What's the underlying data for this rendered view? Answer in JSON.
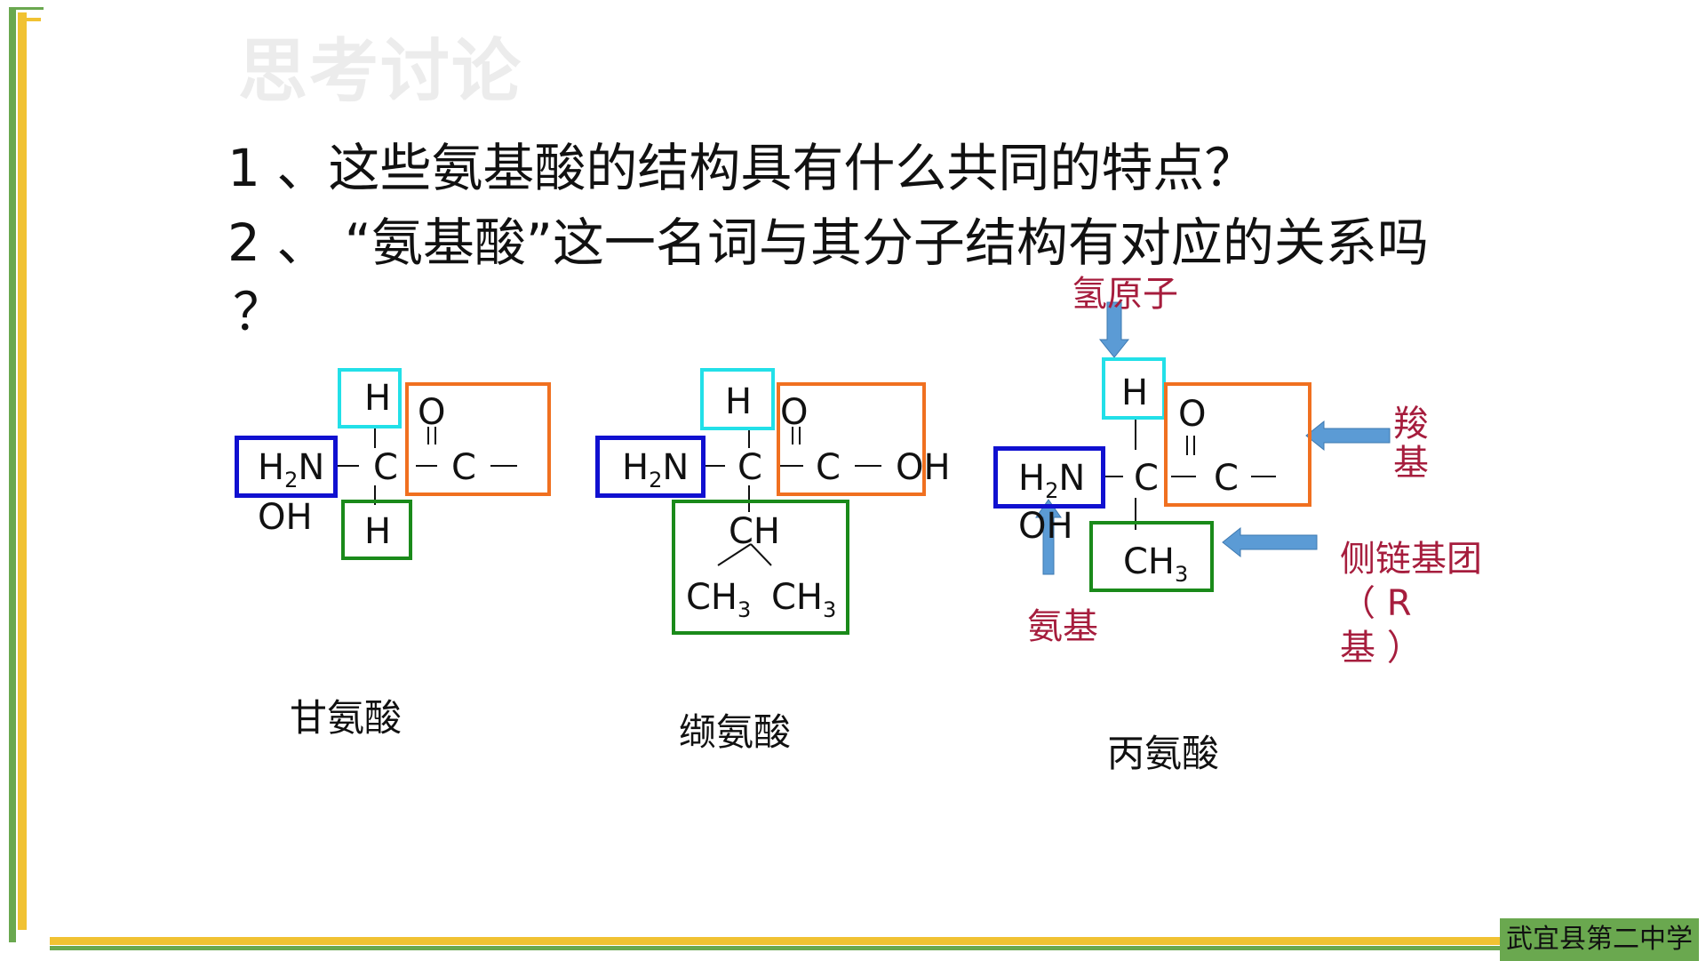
{
  "watermark": "思考讨论",
  "questions": {
    "q1": "1 、这些氨基酸的结构具有什么共同的特点？",
    "q2": "2 、 “氨基酸”这一名词与其分子结构有对应的关系吗",
    "q2_cont": "？"
  },
  "molecules": [
    {
      "name": "甘氨酸"
    },
    {
      "name": "缬氨酸"
    },
    {
      "name": "丙氨酸"
    }
  ],
  "annotations": {
    "hydrogen_atom": "氢原子",
    "carboxyl_1": "羧",
    "carboxyl_2": "基",
    "amino": "氨基",
    "side_chain_1": "侧链基团",
    "side_chain_2": "（  R",
    "side_chain_3": "基 ）"
  },
  "school": "武宜县第二中学",
  "colors": {
    "amino_box": "#1010d0",
    "hydrogen_box": "#22e0e8",
    "carboxyl_box": "#f07020",
    "r_group_box": "#1a8a1a",
    "annotation_text": "#a61d3d",
    "arrow": "#5b9bd5",
    "frame_green": "#6aa84f",
    "frame_yellow": "#f1c232"
  }
}
